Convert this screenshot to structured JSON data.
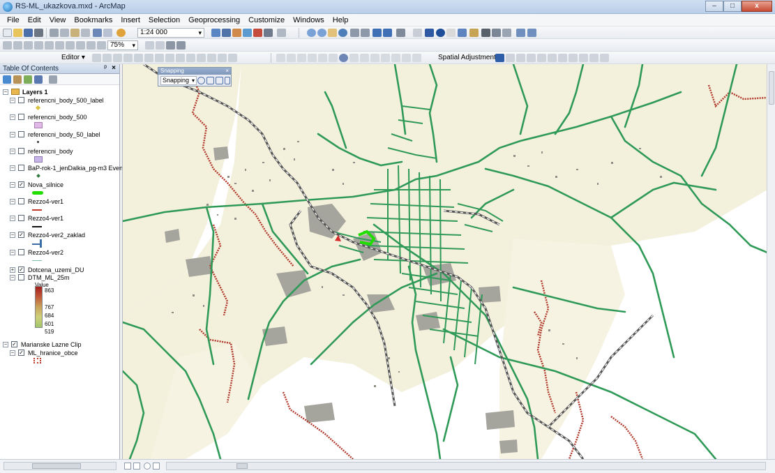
{
  "window": {
    "title": "RS-ML_ukazkova.mxd - ArcMap",
    "minimize": "–",
    "maximize": "□",
    "close": "x"
  },
  "menus": [
    "File",
    "Edit",
    "View",
    "Bookmarks",
    "Insert",
    "Selection",
    "Geoprocessing",
    "Customize",
    "Windows",
    "Help"
  ],
  "toolbar": {
    "scale": "1:24 000",
    "zoom_percent": "75%",
    "editor_label": "Editor ▾",
    "spatial_adjustment_label": "Spatial Adjustment ▾"
  },
  "snapping": {
    "title": "Snapping",
    "close": "×",
    "button": "Snapping"
  },
  "toc": {
    "title": "Table Of Contents",
    "pin": "ᵖ",
    "close": "×",
    "group": "Layers 1",
    "layers": [
      {
        "label": "referencni_body_500_label",
        "checked": false
      },
      {
        "label": "referencni_body_500",
        "checked": false
      },
      {
        "label": "referencni_body_50_label",
        "checked": false
      },
      {
        "label": "referencni_body",
        "checked": false
      },
      {
        "label": "BaP-rok-1_jenDalkia_pg-m3 Even",
        "checked": false
      },
      {
        "label": "Nova_silnice",
        "checked": true
      },
      {
        "label": "Rezzo4-ver1",
        "checked": false
      },
      {
        "label": "Rezzo4-ver1",
        "checked": false
      },
      {
        "label": "Rezzo4-ver2_zaklad",
        "checked": true
      },
      {
        "label": "Rezzo4-ver2",
        "checked": false
      },
      {
        "label": "Dotcena_uzemi_DU",
        "checked": true
      },
      {
        "label": "DTM_ML_25m",
        "checked": false
      }
    ],
    "dtm_value_heading": "Value",
    "dtm_values": [
      "863",
      "767",
      "684",
      "601",
      "519"
    ],
    "group2": "Marianske Lazne Clip",
    "group2_layer": "ML_hranice_obce"
  },
  "colors": {
    "road_green": "#2f9a58",
    "boundary_red": "#b23a2c",
    "railway": "#555555",
    "urban_fill": "#f3f0dc",
    "building": "#9a9a94",
    "new_road": "#22dd00"
  },
  "icons": {
    "app": "arcmap-globe-icon",
    "expand": "expand-icon",
    "collapse": "collapse-icon",
    "checkbox": "checkbox-icon"
  }
}
